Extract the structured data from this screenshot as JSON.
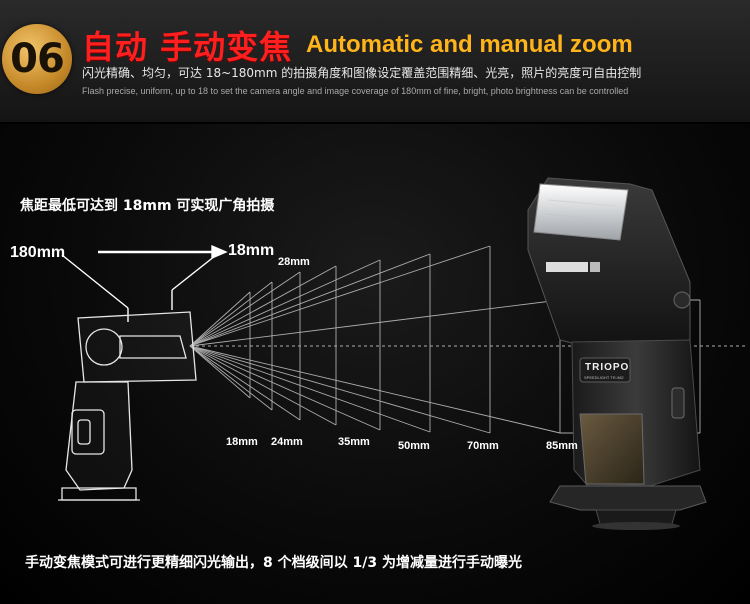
{
  "header": {
    "badge": "06",
    "title_cn": "自动 手动变焦",
    "title_en": "Automatic and manual zoom",
    "subtitle_cn": "闪光精确、均匀，可达 18~180mm 的拍摄角度和图像设定覆盖范围精细、光亮，照片的亮度可自由控制",
    "subtitle_en": "Flash precise, uniform, up to 18 to set the camera angle and image coverage of 180mm of fine, bright, photo brightness can be controlled"
  },
  "captions": {
    "top": "焦距最低可达到 18mm 可实现广角拍摄",
    "bottom": "手动变焦模式可进行更精细闪光输出，8 个档级间以 1/3 为增减量进行手动曝光"
  },
  "labels": {
    "zoom_max": "180mm",
    "zoom_min": "18mm",
    "focal_28": "28mm",
    "focal_bottom": [
      "18mm",
      "24mm",
      "35mm",
      "50mm",
      "70mm",
      "85mm"
    ]
  },
  "flash": {
    "brand": "TRIOPO",
    "model": "SPEEDLIGHT TR-982"
  },
  "colors": {
    "title_red": "#ff1f1f",
    "title_orange": "#ffb41a",
    "badge_gold": "#c68a2a"
  }
}
